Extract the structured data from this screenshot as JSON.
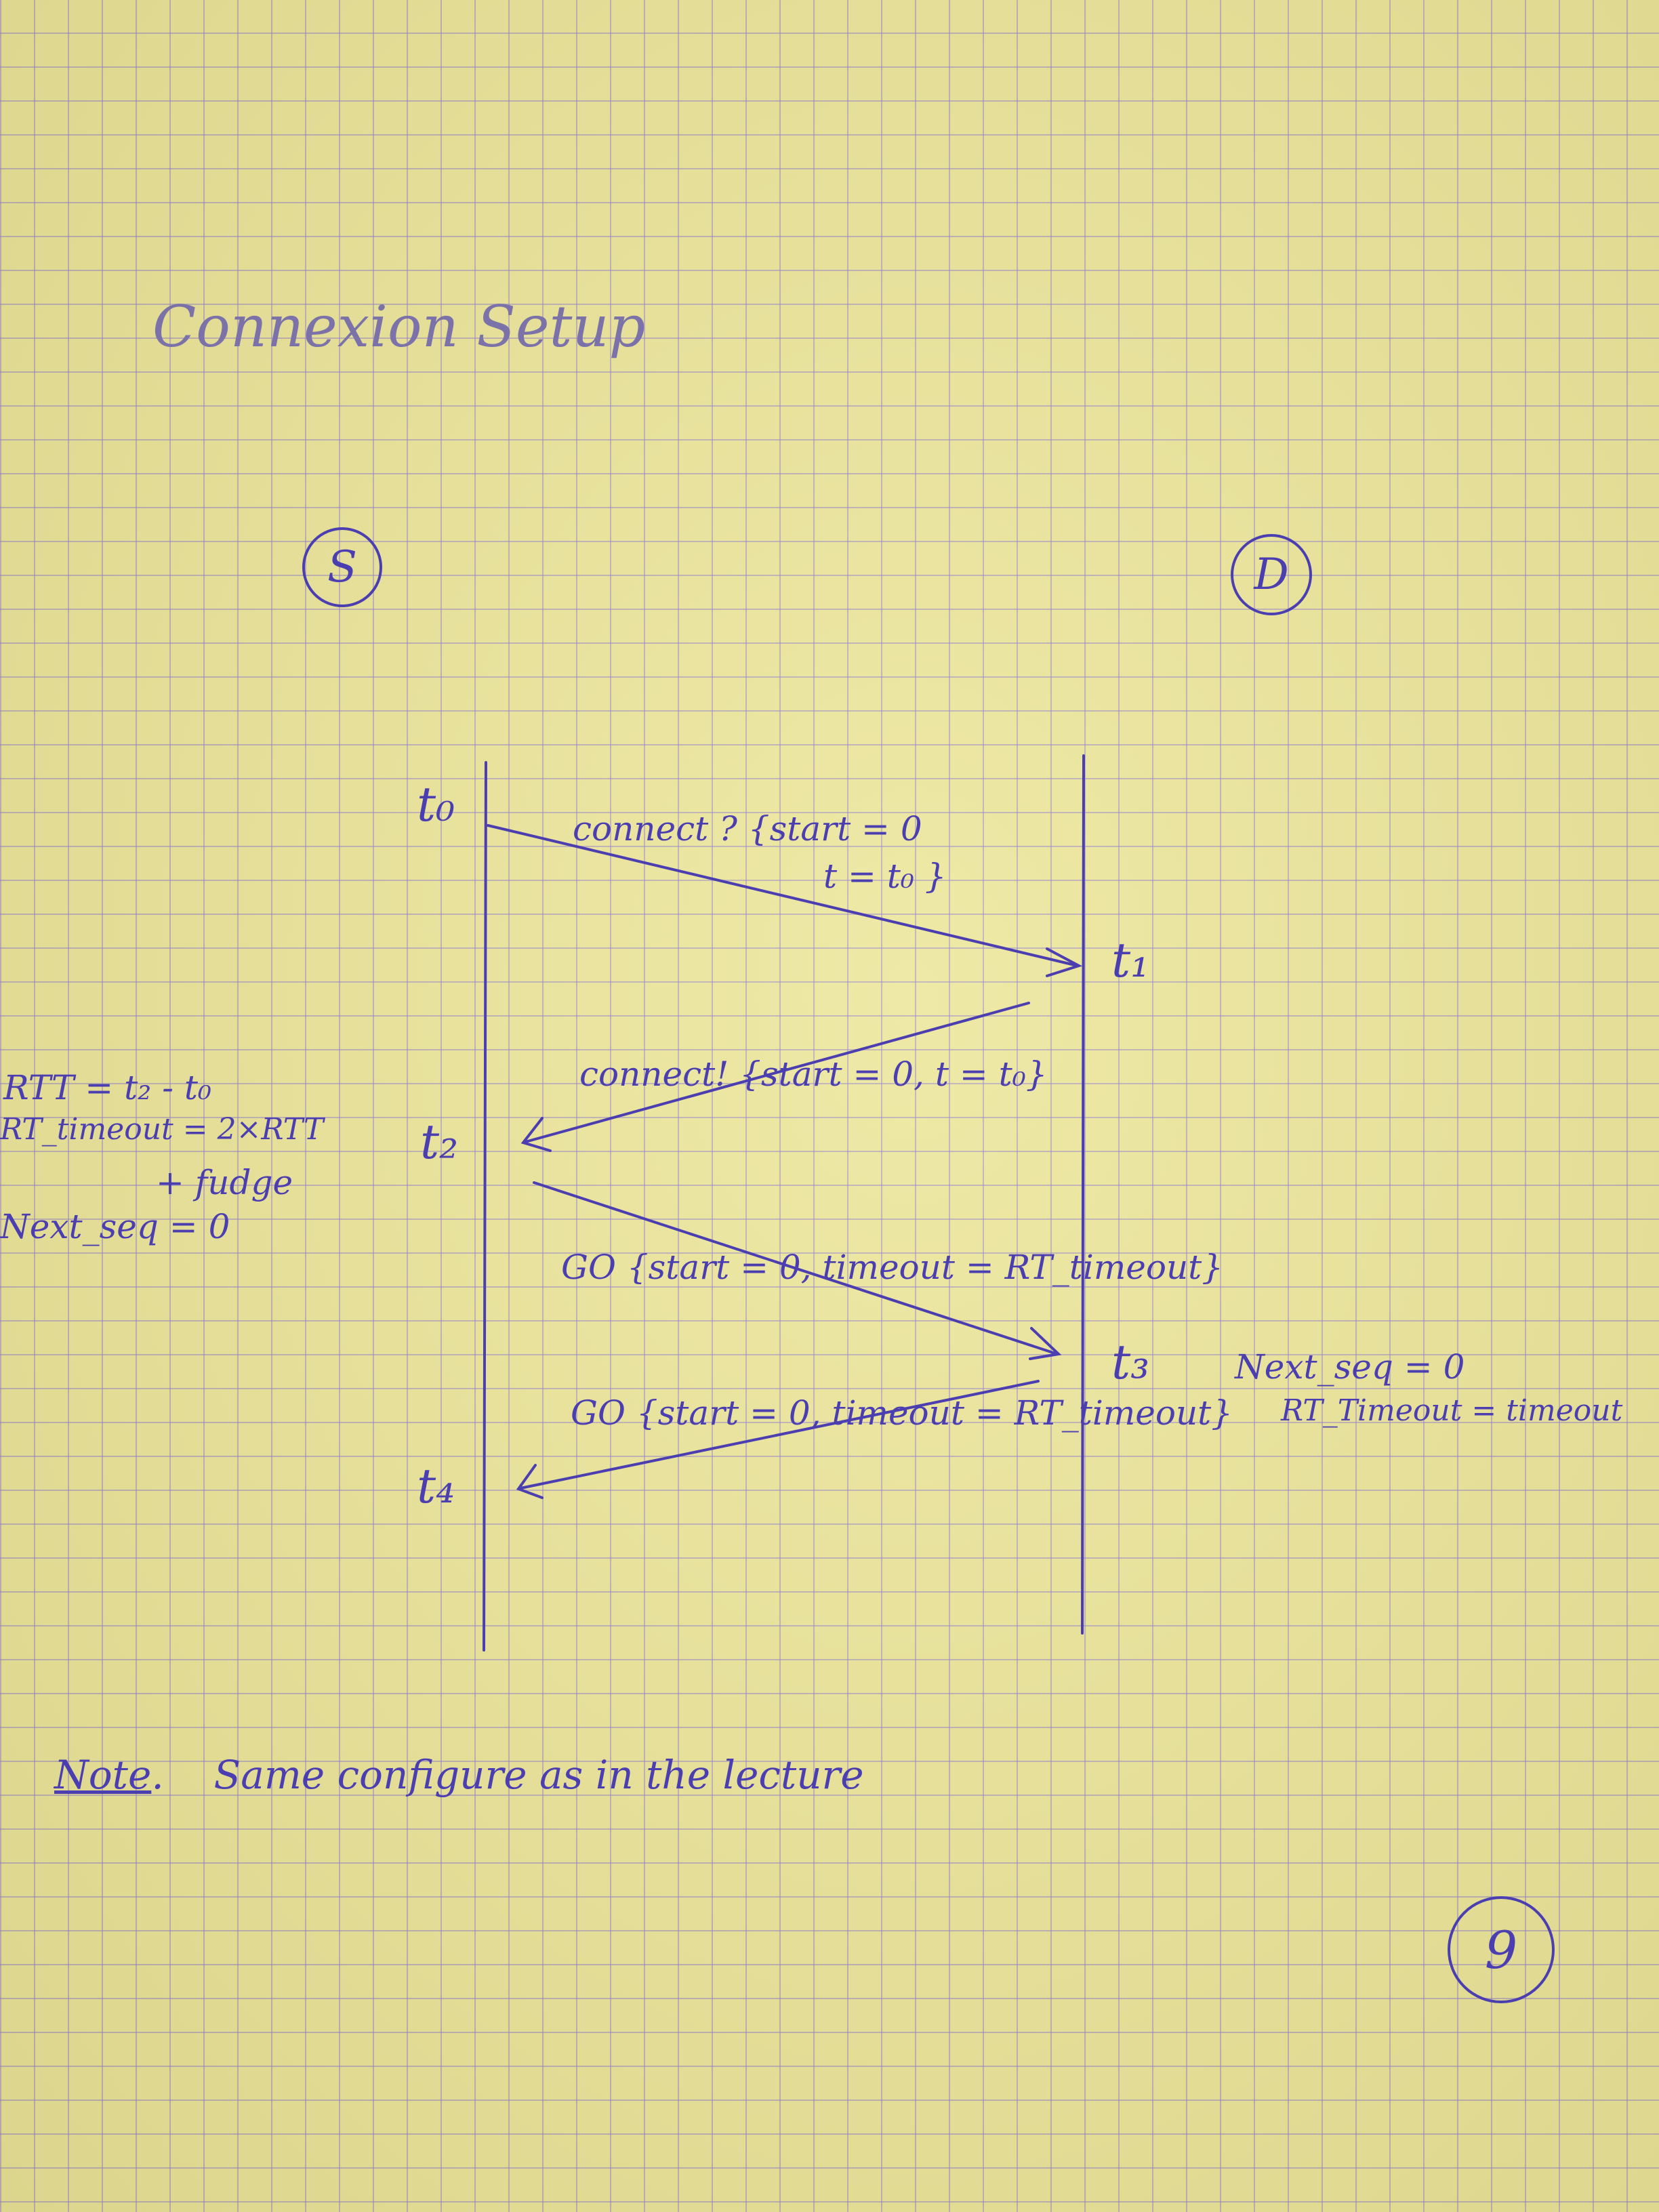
{
  "title": "Connexion Setup",
  "nodes": {
    "source": "S",
    "destination": "D"
  },
  "time_labels": {
    "t0": "t₀",
    "t1": "t₁",
    "t2": "t₂",
    "t3": "t₃",
    "t4": "t₄"
  },
  "messages": {
    "connect_request_line1": "connect ? {start = 0",
    "connect_request_line2": "t = t₀ }",
    "connect_reply": "connect! {start = 0, t = t₀}",
    "go_request": "GO {start = 0, timeout = RT_timeout}",
    "go_reply": "GO {start = 0, timeout = RT_timeout}"
  },
  "source_notes": {
    "rtt": "RTT = t₂ - t₀",
    "rt_timeout": "RT_timeout = 2×RTT",
    "fudge": "+ fudge",
    "next_seq": "Next_seq = 0"
  },
  "destination_notes": {
    "next_seq": "Next_seq = 0",
    "rt_timeout": "RT_Timeout = timeout"
  },
  "note": {
    "label": "Note",
    "text": "Same configure as in the lecture"
  },
  "page_number": "9",
  "colors": {
    "ink": "#4a3eb0",
    "paper": "#ece69a",
    "grid": "#9682c8"
  }
}
